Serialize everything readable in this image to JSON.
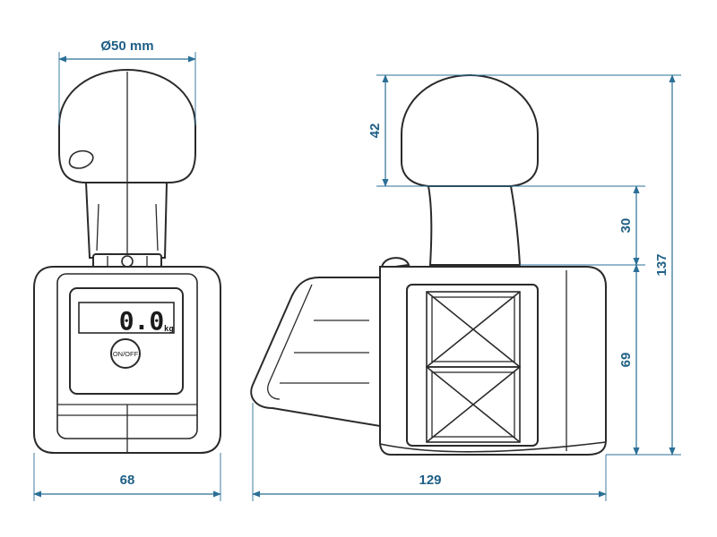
{
  "figure": {
    "dimensions": {
      "ball_diameter": "Ø50 mm",
      "front_width": "68",
      "side_length": "129",
      "ball_height": "42",
      "neck_height": "30",
      "body_height": "69",
      "total_height": "137"
    },
    "display": {
      "reading": "0.0",
      "unit": "kg",
      "button_label": "ON/OFF"
    },
    "colors": {
      "dimension": "#2b6f97",
      "outline": "#2a2a2a"
    }
  }
}
